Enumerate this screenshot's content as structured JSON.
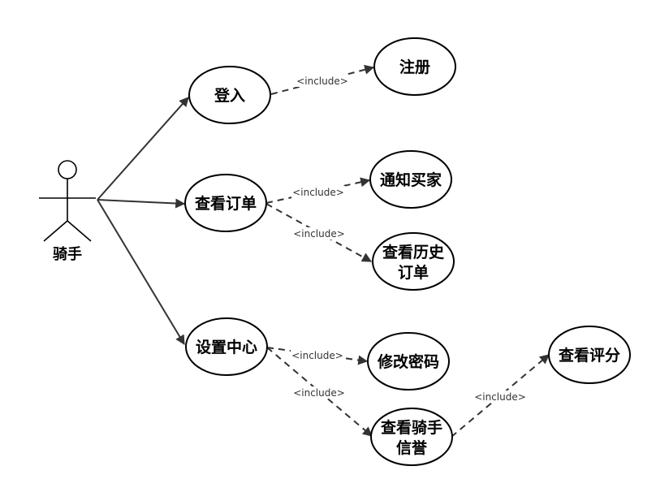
{
  "diagram": {
    "actor": {
      "label": "骑手"
    },
    "use_cases": {
      "login": "登入",
      "register": "注册",
      "view_orders": "查看订单",
      "notify_buyer": "通知买家",
      "view_history_line1": "查看历史",
      "view_history_line2": "订单",
      "settings": "设置中心",
      "change_password": "修改密码",
      "view_credit_line1": "查看骑手",
      "view_credit_line2": "信誉",
      "view_rating": "查看评分"
    },
    "relation_labels": {
      "login_register": "<include>",
      "orders_notify": "<include>",
      "orders_history": "<include>",
      "settings_password": "<include>",
      "settings_credit": "<include>",
      "credit_rating": "<include>"
    },
    "colors": {
      "stroke": "#333333",
      "ellipse_fill": "#ffffff",
      "text": "#000000"
    }
  }
}
